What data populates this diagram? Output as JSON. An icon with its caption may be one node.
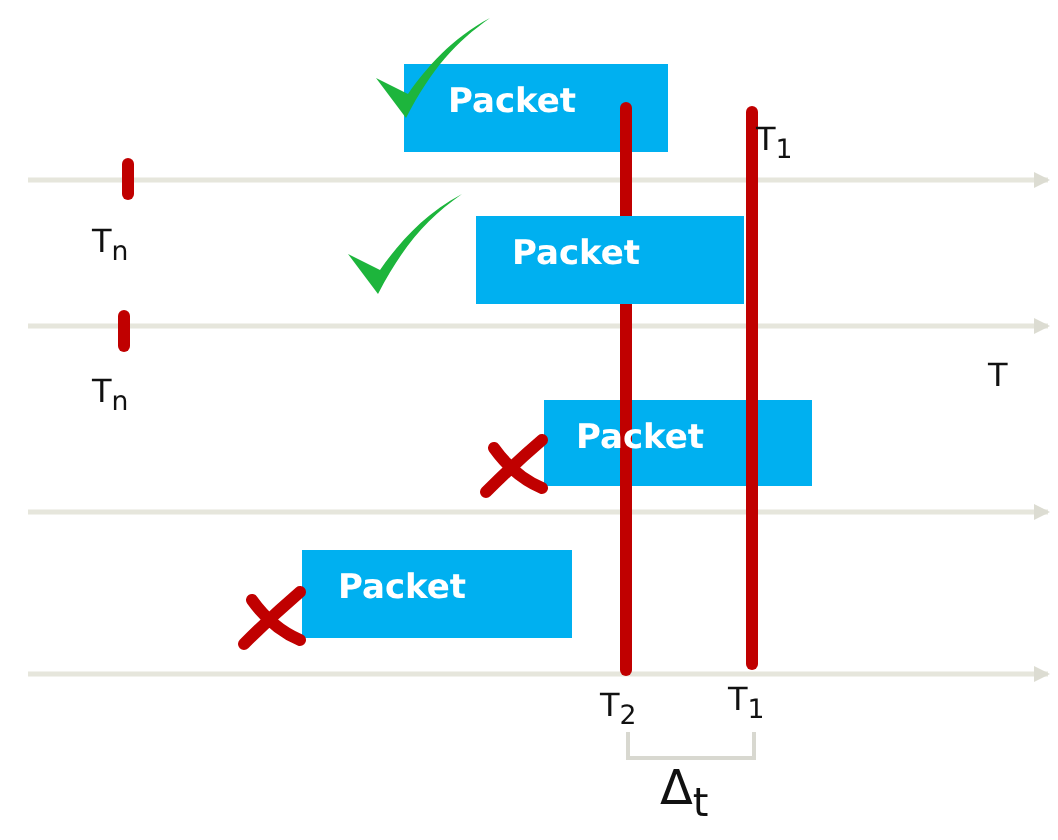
{
  "diagram": {
    "nodes": [
      {
        "text": [
          "Packet"
        ]
      },
      {
        "text": [
          "Packet"
        ]
      },
      {
        "text": [
          "Packet"
        ]
      },
      {
        "text": [
          "Packet"
        ]
      }
    ],
    "labels": [
      "T$_{1}$",
      "T$_{n}$",
      "T$_{n}$",
      "T",
      "T$_{2}$",
      "T$_{1}$",
      "Δ$_{t}$"
    ]
  }
}
